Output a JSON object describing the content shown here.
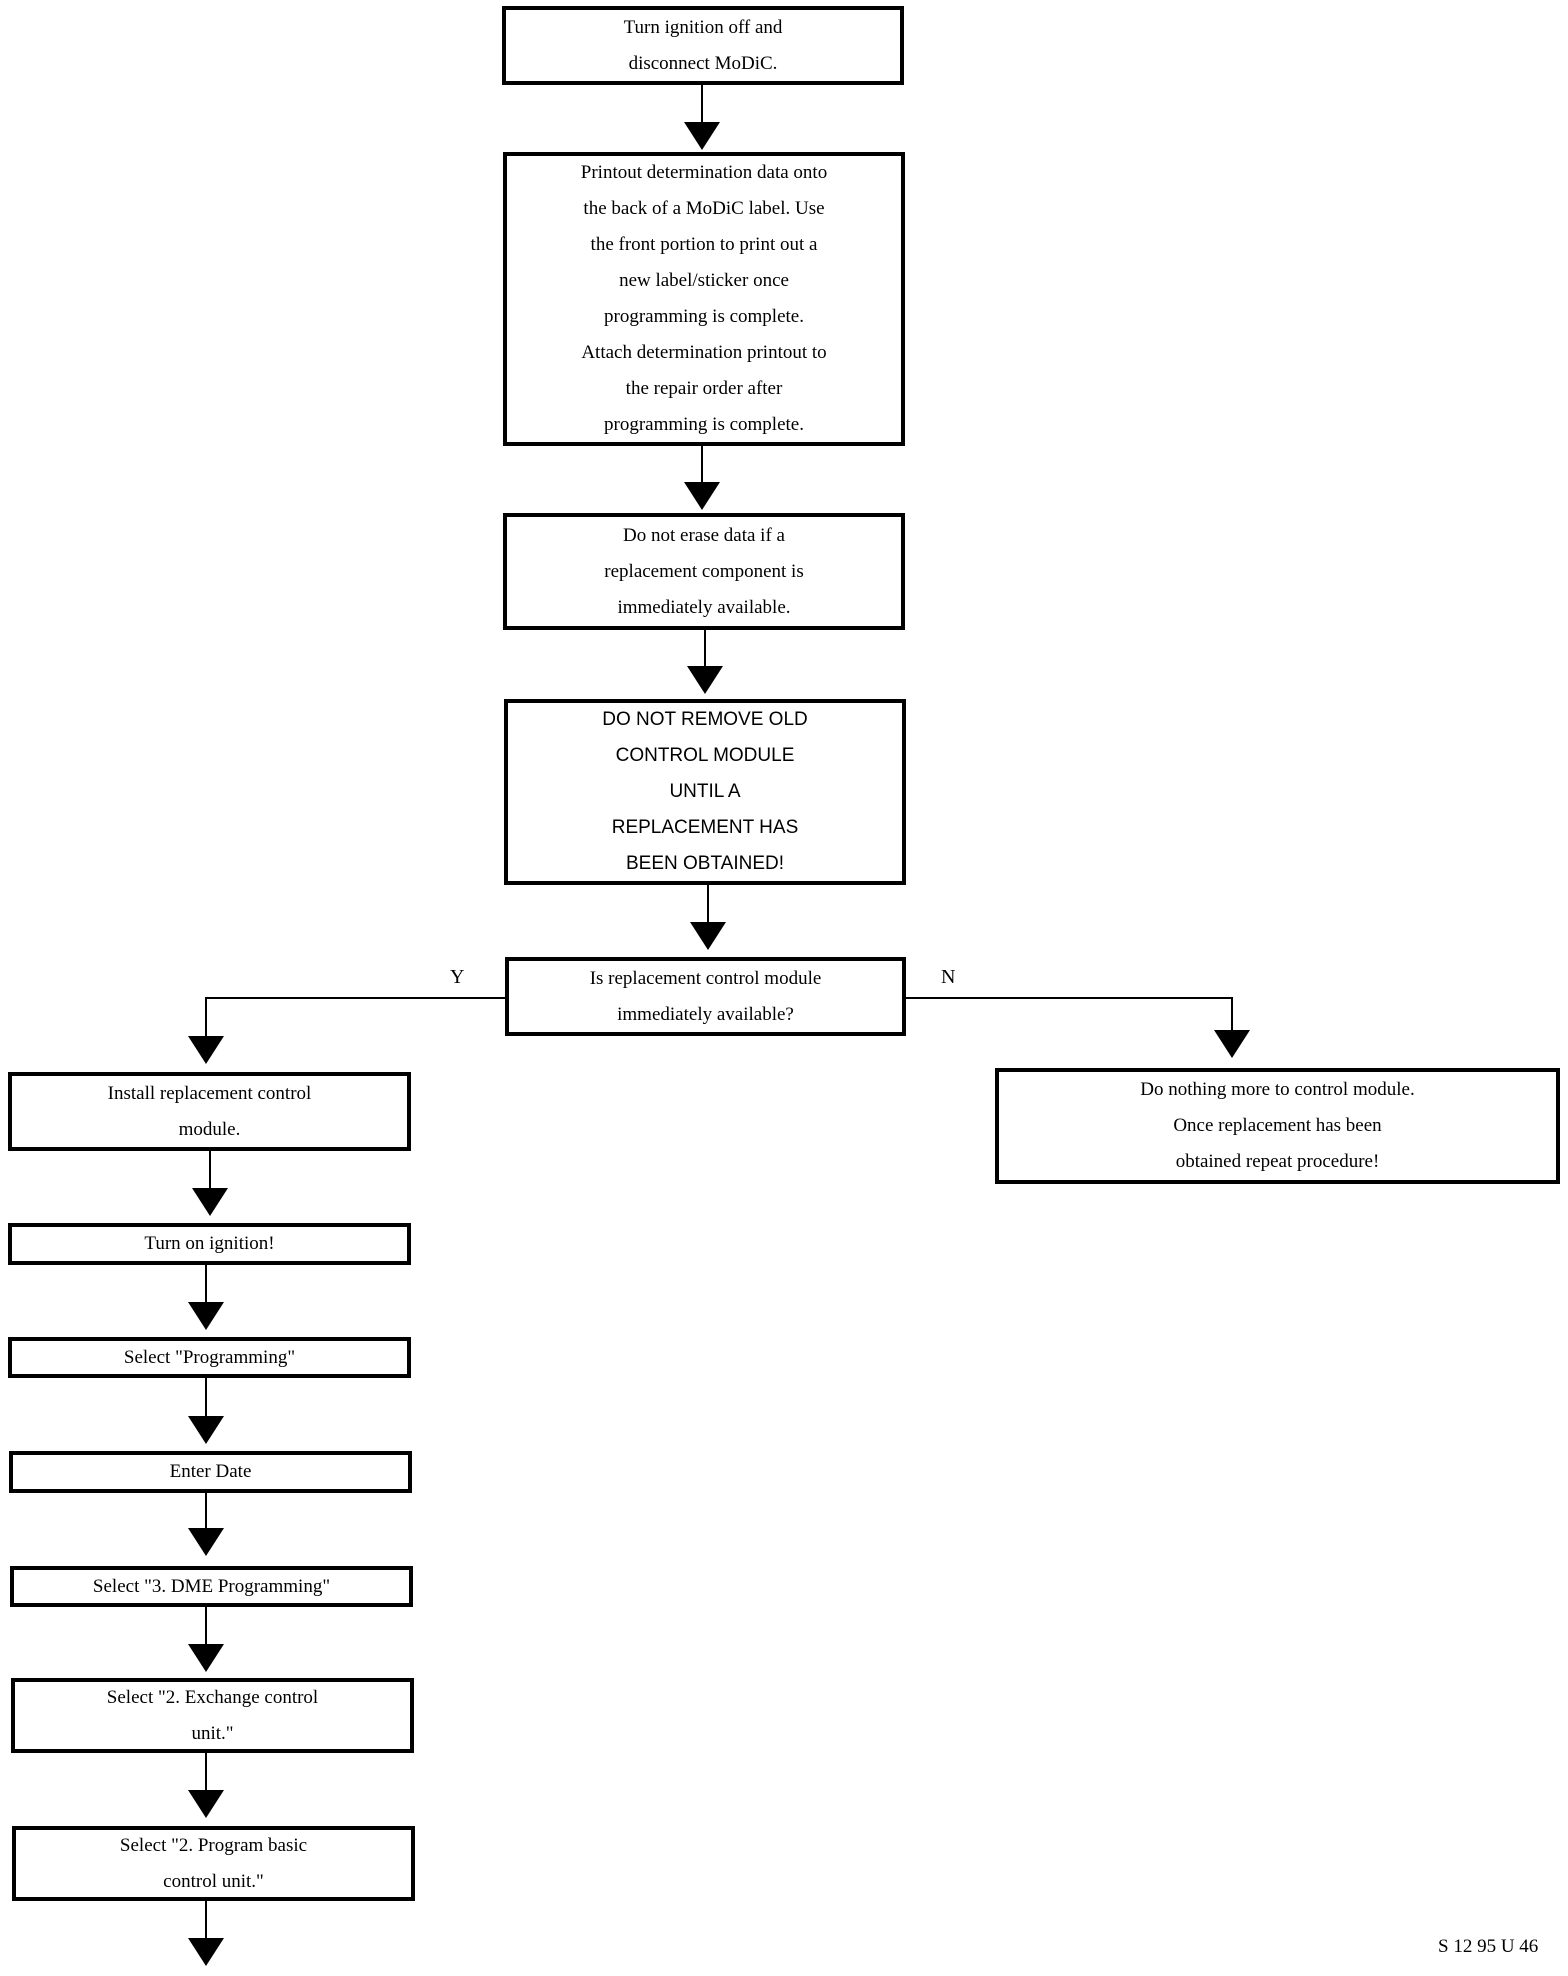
{
  "steps": {
    "s1": "Turn ignition off and\ndisconnect MoDiC.",
    "s2": "Printout determination data onto\nthe back of a MoDiC label.  Use\nthe front portion to print out a\nnew label/sticker once\nprogramming is complete.\nAttach determination printout to\nthe repair order after\nprogramming is complete.",
    "s3": "Do not erase data if a\nreplacement component is\nimmediately available.",
    "s4": "DO NOT REMOVE OLD\nCONTROL MODULE\nUNTIL A\nREPLACEMENT HAS\nBEEN OBTAINED!",
    "decision": "Is replacement control module\nimmediately available?",
    "yes_label": "Y",
    "no_label": "N",
    "y1": "Install replacement control\nmodule.",
    "n1": "Do nothing more to control module.\nOnce replacement has been\nobtained repeat procedure!",
    "y2": "Turn on ignition!",
    "y3": "Select \"Programming\"",
    "y4": "Enter Date",
    "y5": "Select \"3. DME Programming\"",
    "y6": "Select \"2. Exchange control\nunit.\"",
    "y7": "Select \"2. Program basic\ncontrol unit.\""
  },
  "figure_code": "S 12 95 U 46"
}
